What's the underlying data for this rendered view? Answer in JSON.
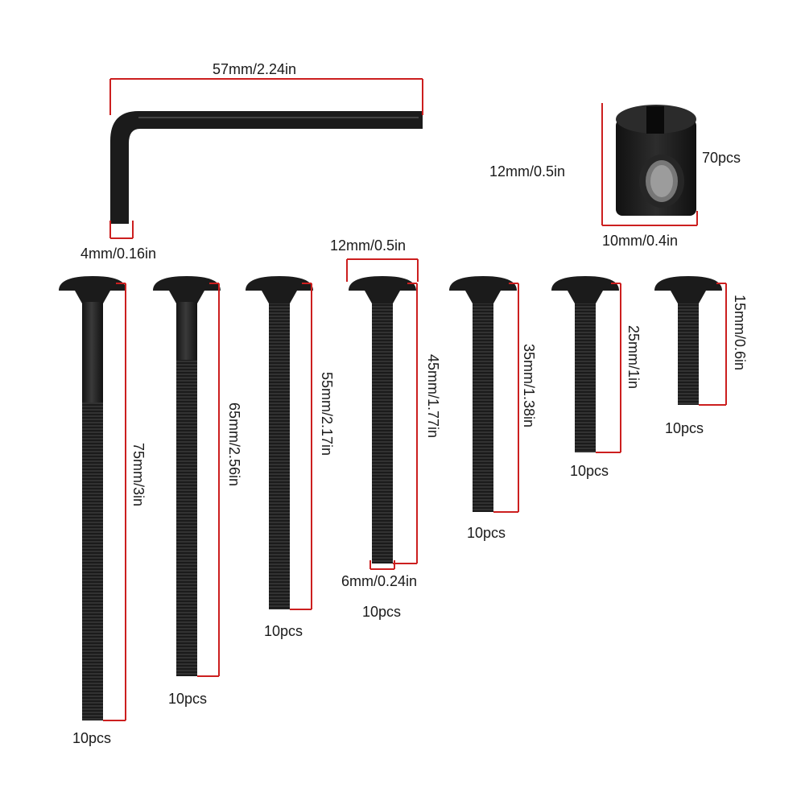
{
  "colors": {
    "dimension_line": "#cc1f1f",
    "hardware": "#1b1b1b",
    "label_text": "#1a1a1a",
    "background": "#ffffff"
  },
  "wrench": {
    "length_label": "57mm/2.24in",
    "width_label": "4mm/0.16in"
  },
  "barrel_nut": {
    "height_label": "12mm/0.5in",
    "width_label": "10mm/0.4in",
    "qty_label": "70pcs"
  },
  "bolts": [
    {
      "length_label": "75mm/3in",
      "qty_label": "10pcs"
    },
    {
      "length_label": "65mm/2.56in",
      "qty_label": "10pcs"
    },
    {
      "length_label": "55mm/2.17in",
      "qty_label": "10pcs"
    },
    {
      "length_label": "45mm/1.77in",
      "qty_label": "10pcs",
      "head_label": "12mm/0.5in",
      "thread_label": "6mm/0.24in"
    },
    {
      "length_label": "35mm/1.38in",
      "qty_label": "10pcs"
    },
    {
      "length_label": "25mm/1in",
      "qty_label": "10pcs"
    },
    {
      "length_label": "15mm/0.6in",
      "qty_label": "10pcs"
    }
  ]
}
